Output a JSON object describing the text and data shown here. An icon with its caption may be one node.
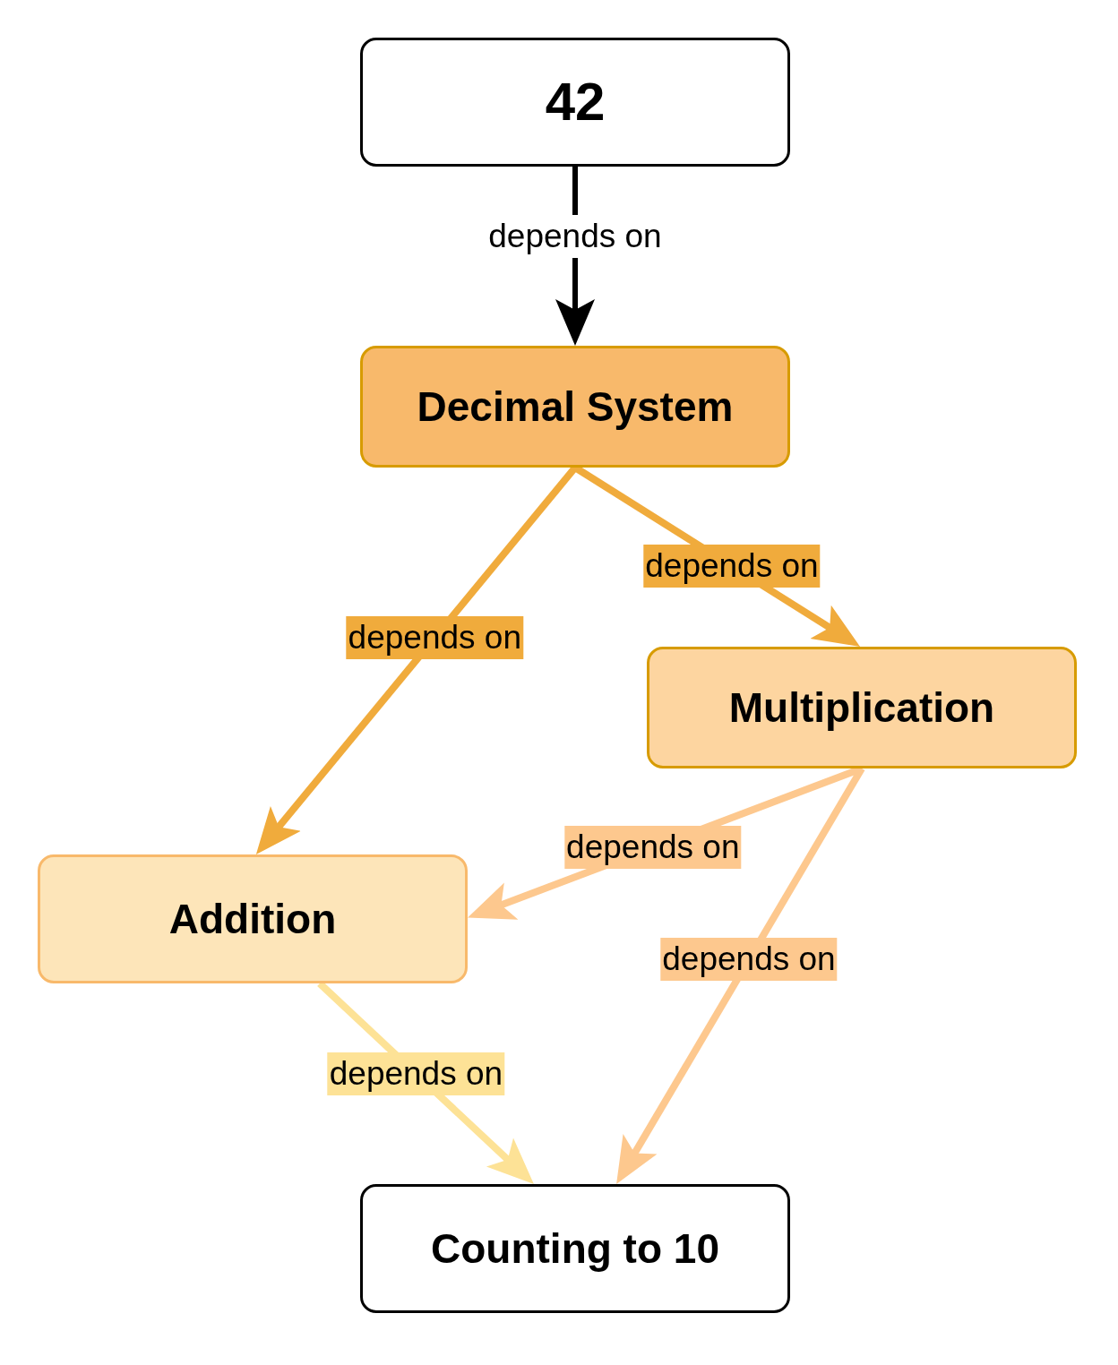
{
  "diagram": {
    "nodes": [
      {
        "text": [
          "42"
        ]
      },
      {
        "text": [
          "Decimal System"
        ]
      },
      {
        "text": [
          "Multiplication"
        ]
      },
      {
        "text": [
          "Addition"
        ]
      },
      {
        "text": [
          "Counting to 10"
        ]
      }
    ],
    "edges": [
      {
        "from": 0,
        "to": 1,
        "arrow": "to",
        "label": "depends on",
        "color": "#000000"
      },
      {
        "from": 1,
        "to": 3,
        "arrow": "to",
        "label": "depends on",
        "color": "#f0ab3c"
      },
      {
        "from": 1,
        "to": 2,
        "arrow": "to",
        "label": "depends on",
        "color": "#f0ab3c"
      },
      {
        "from": 2,
        "to": 3,
        "arrow": "to",
        "label": "depends on",
        "color": "#fdc88e"
      },
      {
        "from": 2,
        "to": 4,
        "arrow": "to",
        "label": "depends on",
        "color": "#fdc88e"
      },
      {
        "from": 3,
        "to": 4,
        "arrow": "to",
        "label": "depends on",
        "color": "#fde296"
      }
    ]
  }
}
